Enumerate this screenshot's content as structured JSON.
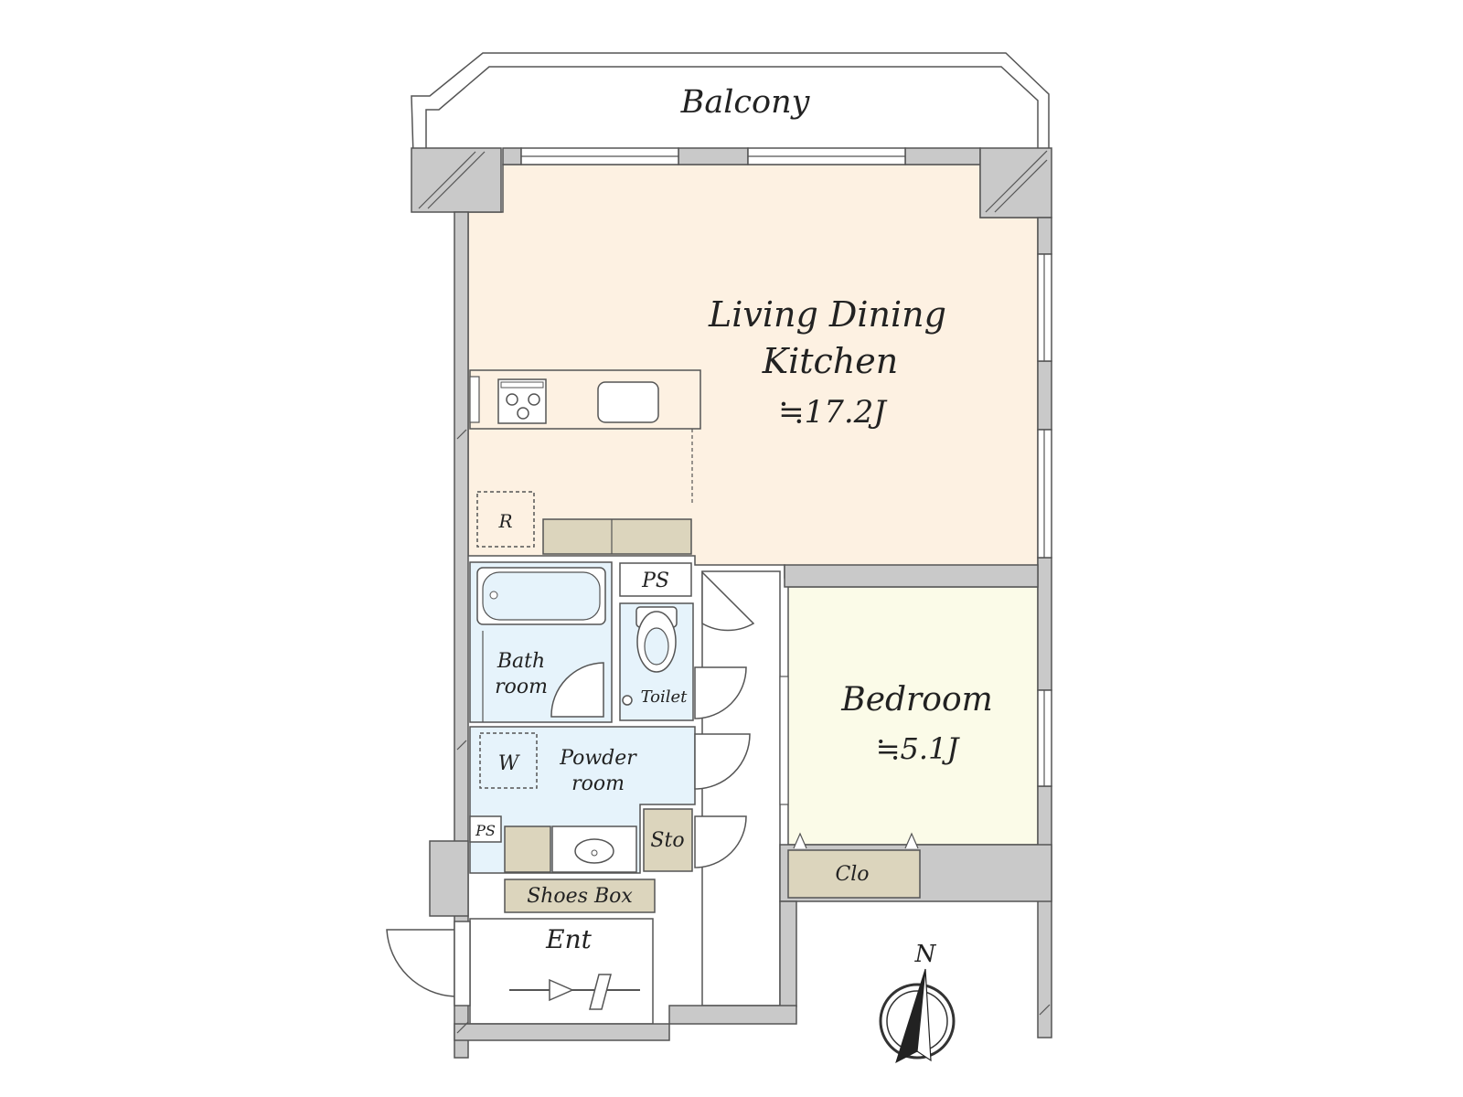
{
  "rooms": {
    "balcony": {
      "label": "Balcony"
    },
    "ldk": {
      "label_line1": "Living Dining",
      "label_line2": "Kitchen",
      "area": "≒17.2J"
    },
    "bedroom": {
      "label": "Bedroom",
      "area": "≒5.1J"
    },
    "bath": {
      "label_line1": "Bath",
      "label_line2": "room"
    },
    "toilet": {
      "label": "Toilet"
    },
    "powder": {
      "label_line1": "Powder",
      "label_line2": "room"
    },
    "storage": {
      "label": "Sto"
    },
    "closet": {
      "label": "Clo"
    },
    "shoes_box": {
      "label": "Shoes Box"
    },
    "entrance": {
      "label": "Ent"
    }
  },
  "fixtures": {
    "refrigerator": "R",
    "washer": "W",
    "pipe_space_upper": "PS",
    "pipe_space_lower": "PS"
  },
  "compass": {
    "label": "N"
  },
  "colors": {
    "ldk": "#fdf1e2",
    "bedroom": "#fbfbe8",
    "wet": "#e6f3fb",
    "storage": "#dcd5bd",
    "wall": "#c9c9c9",
    "line": "#555555"
  }
}
